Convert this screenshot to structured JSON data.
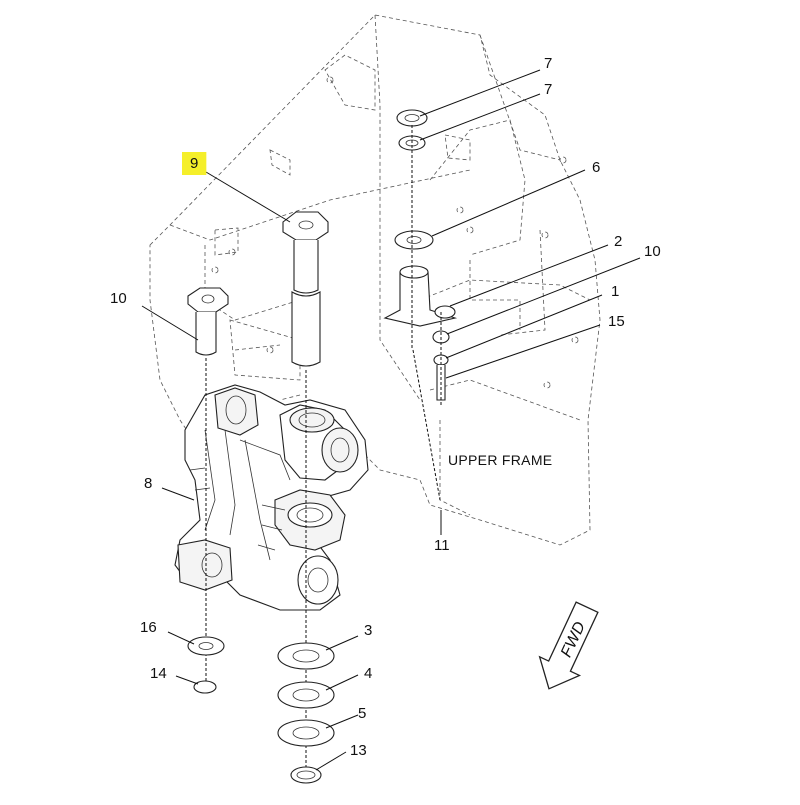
{
  "diagram": {
    "frame_label": "UPPER FRAME",
    "fwd_label": "FWD",
    "highlight_color": "#f5ef2a",
    "callouts": [
      {
        "id": "c1",
        "label": "1",
        "highlighted": false
      },
      {
        "id": "c2",
        "label": "2",
        "highlighted": false
      },
      {
        "id": "c3",
        "label": "3",
        "highlighted": false
      },
      {
        "id": "c4",
        "label": "4",
        "highlighted": false
      },
      {
        "id": "c5",
        "label": "5",
        "highlighted": false
      },
      {
        "id": "c6",
        "label": "6",
        "highlighted": false
      },
      {
        "id": "c7a",
        "label": "7",
        "highlighted": false
      },
      {
        "id": "c7b",
        "label": "7",
        "highlighted": false
      },
      {
        "id": "c8",
        "label": "8",
        "highlighted": false
      },
      {
        "id": "c9",
        "label": "9",
        "highlighted": true
      },
      {
        "id": "c10",
        "label": "10",
        "highlighted": false
      },
      {
        "id": "c11",
        "label": "11",
        "highlighted": false
      },
      {
        "id": "c12",
        "label": "12",
        "highlighted": false
      },
      {
        "id": "c13",
        "label": "13",
        "highlighted": false
      },
      {
        "id": "c14",
        "label": "14",
        "highlighted": false
      },
      {
        "id": "c15",
        "label": "15",
        "highlighted": false
      },
      {
        "id": "c16",
        "label": "16",
        "highlighted": false
      }
    ]
  }
}
